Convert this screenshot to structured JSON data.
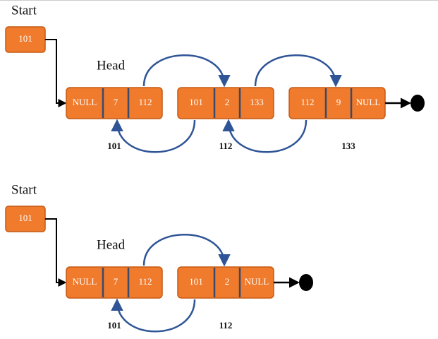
{
  "colors": {
    "node_fill": "#f07b2c",
    "node_stroke": "#c55a14",
    "divider": "#3b4a6b",
    "arrow_blue": "#2f5597",
    "line_black": "#000000",
    "terminator": "#000000"
  },
  "diagrams": [
    {
      "start_label": "Start",
      "start_value": "101",
      "head_label": "Head",
      "nodes": [
        {
          "prev": "NULL",
          "data": "7",
          "next": "112",
          "address": "101"
        },
        {
          "prev": "101",
          "data": "2",
          "next": "133",
          "address": "112"
        },
        {
          "prev": "112",
          "data": "9",
          "next": "NULL",
          "address": "133"
        }
      ]
    },
    {
      "start_label": "Start",
      "start_value": "101",
      "head_label": "Head",
      "nodes": [
        {
          "prev": "NULL",
          "data": "7",
          "next": "112",
          "address": "101"
        },
        {
          "prev": "101",
          "data": "2",
          "next": "NULL",
          "address": "112"
        }
      ]
    }
  ]
}
